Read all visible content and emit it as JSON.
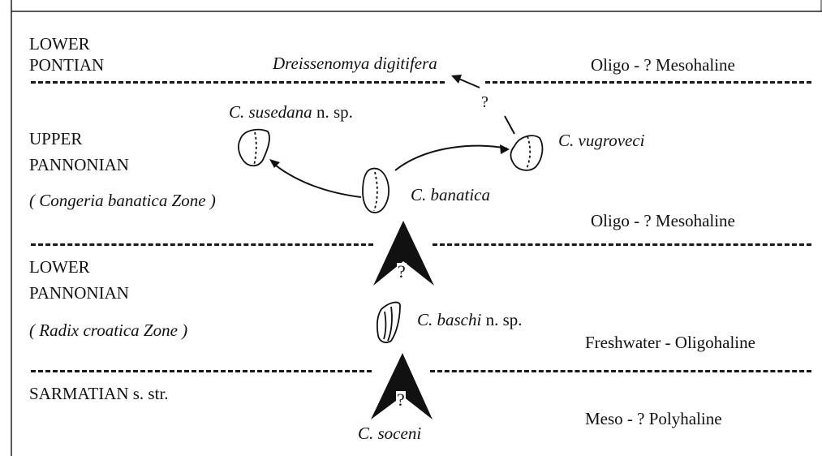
{
  "strata": {
    "lower_pontian": [
      "LOWER",
      "PONTIAN"
    ],
    "upper_pannonian": [
      "UPPER",
      "PANNONIAN"
    ],
    "upper_pannonian_zone": "( Congeria  banatica  Zone )",
    "lower_pannonian": [
      "LOWER",
      "PANNONIAN"
    ],
    "lower_pannonian_zone": "( Radix  croatica  Zone )",
    "sarmatian": "SARMATIAN  s.  str."
  },
  "taxa": {
    "dreissenomya": "Dreissenomya  digitifera",
    "susedana_name": "C.  susedana",
    "susedana_suffix": "n. sp.",
    "vugroveci": "C.  vugroveci",
    "banatica": "C.  banatica",
    "baschi_name": "C.  baschi",
    "baschi_suffix": "n. sp.",
    "soceni": "C.  soceni"
  },
  "salinity": {
    "pontian": "Oligo - ? Mesohaline",
    "upper_pannonian": "Oligo - ? Mesohaline",
    "lower_pannonian": "Freshwater - Oligohaline",
    "sarmatian": "Meso - ? Polyhaline"
  },
  "marks": {
    "question": "?"
  },
  "colors": {
    "ink": "#111111"
  }
}
